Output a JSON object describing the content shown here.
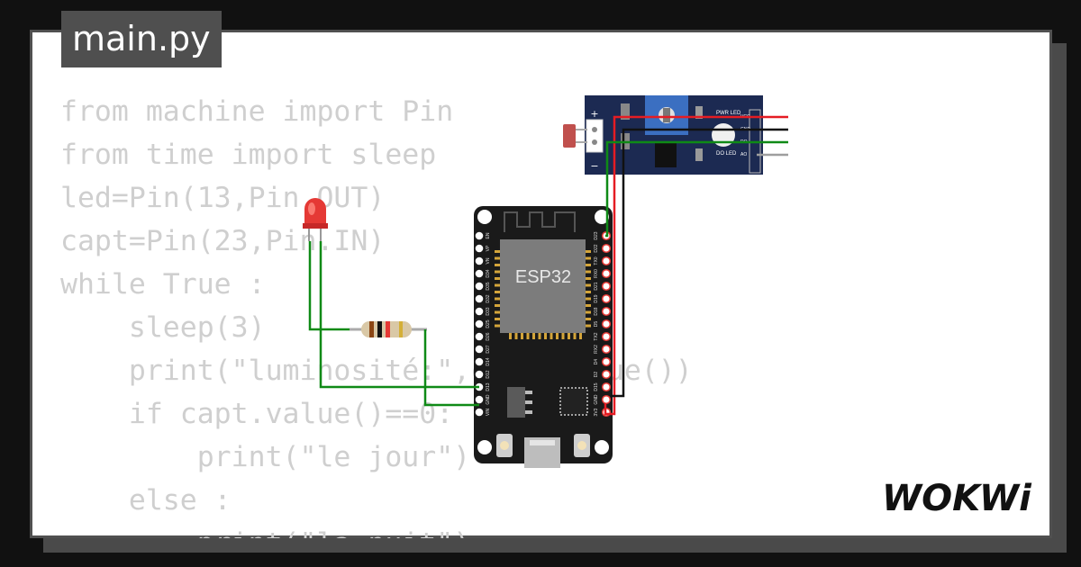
{
  "editor": {
    "file_tab": "main.py",
    "code_lines": [
      "from machine import Pin",
      "from time import sleep",
      "led=Pin(13,Pin.OUT)",
      "capt=Pin(23,Pin.IN)",
      "while True :",
      "    sleep(3)",
      "    print(\"luminosité:\",capt.value())",
      "    if capt.value()==0:",
      "        print(\"le jour\")",
      "    else :",
      "        print(\"la nuit\")"
    ]
  },
  "board": {
    "chip_label": "ESP32",
    "left_pins": [
      "EN",
      "VP",
      "VN",
      "D34",
      "D35",
      "D32",
      "D33",
      "D25",
      "D26",
      "D27",
      "D14",
      "D12",
      "D13",
      "GND",
      "VIN"
    ],
    "right_pins": [
      "D23",
      "D22",
      "TX0",
      "RX0",
      "D21",
      "D19",
      "D18",
      "D5",
      "TX2",
      "RX2",
      "D4",
      "D2",
      "D15",
      "GND",
      "3V3"
    ]
  },
  "sensor": {
    "plus_label": "+",
    "minus_label": "−",
    "pwr_led_label": "PWR LED",
    "do_led_label": "DO LED",
    "pin_labels": [
      "VCC",
      "GND",
      "DO",
      "AO"
    ]
  },
  "wires": {
    "red": "#e51c23",
    "black": "#111111",
    "green": "#0f8a16",
    "gray": "#9e9e9e"
  },
  "brand": {
    "logo_text": "WOKWi"
  }
}
